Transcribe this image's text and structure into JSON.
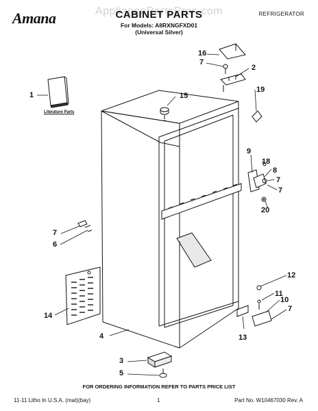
{
  "header": {
    "brand": "Amana",
    "title": "CABINET PARTS",
    "category": "REFRIGERATOR",
    "models_line": "For Models: A8RXNGFXD01",
    "variant_line": "(Universal Silver)",
    "watermark": "AppliancePartsPros.com"
  },
  "callouts": {
    "c1": "1",
    "c2": "2",
    "c3": "3",
    "c4": "4",
    "c5": "5",
    "c6": "6",
    "c7a": "7",
    "c7b": "7",
    "c7c": "7",
    "c7d": "7",
    "c8": "8",
    "c9": "9",
    "c10": "10",
    "c11": "11",
    "c12": "12",
    "c13": "13",
    "c14": "14",
    "c15": "15",
    "c16": "16",
    "c18": "18",
    "c19": "19",
    "c20": "20"
  },
  "literature_label": "Literature Parts",
  "footer": {
    "info": "FOR ORDERING INFORMATION REFER TO PARTS PRICE LIST",
    "left": "11-11 Litho In U.S.A. (mat)(bay)",
    "page": "1",
    "part_no": "Part No. W10467030 Rev. A"
  }
}
